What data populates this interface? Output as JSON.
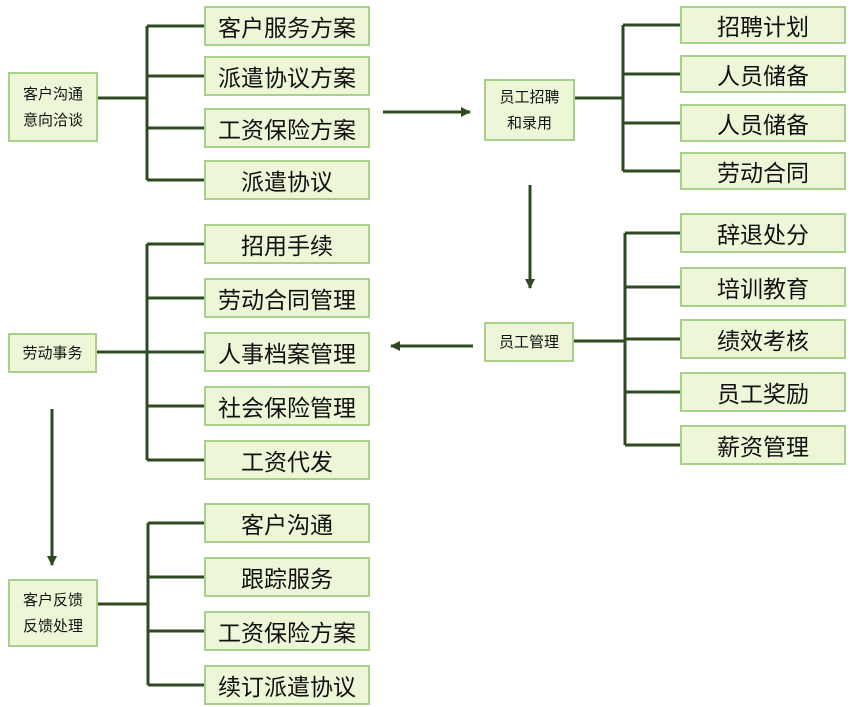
{
  "colors": {
    "line": "#2f4a20",
    "box_fill": "#eef6d8",
    "box_border": "#a9d08a"
  },
  "groups": {
    "comm": {
      "root": [
        "客户沟通",
        "意向洽谈"
      ],
      "items": [
        "客户服务方案",
        "派遣协议方案",
        "工资保险方案",
        "派遣协议"
      ]
    },
    "recruit": {
      "root": [
        "员工招聘",
        "和录用"
      ],
      "items": [
        "招聘计划",
        "人员储备",
        "人员储备",
        "劳动合同"
      ]
    },
    "staff": {
      "root": [
        "员工管理"
      ],
      "items": [
        "辞退处分",
        "培训教育",
        "绩效考核",
        "员工奖励",
        "薪资管理"
      ]
    },
    "labor": {
      "root": [
        "劳动事务"
      ],
      "items": [
        "招用手续",
        "劳动合同管理",
        "人事档案管理",
        "社会保险管理",
        "工资代发"
      ]
    },
    "feedback": {
      "root": [
        "客户反馈",
        "反馈处理"
      ],
      "items": [
        "客户沟通",
        "跟踪服务",
        "工资保险方案",
        "续订派遣协议"
      ]
    }
  }
}
